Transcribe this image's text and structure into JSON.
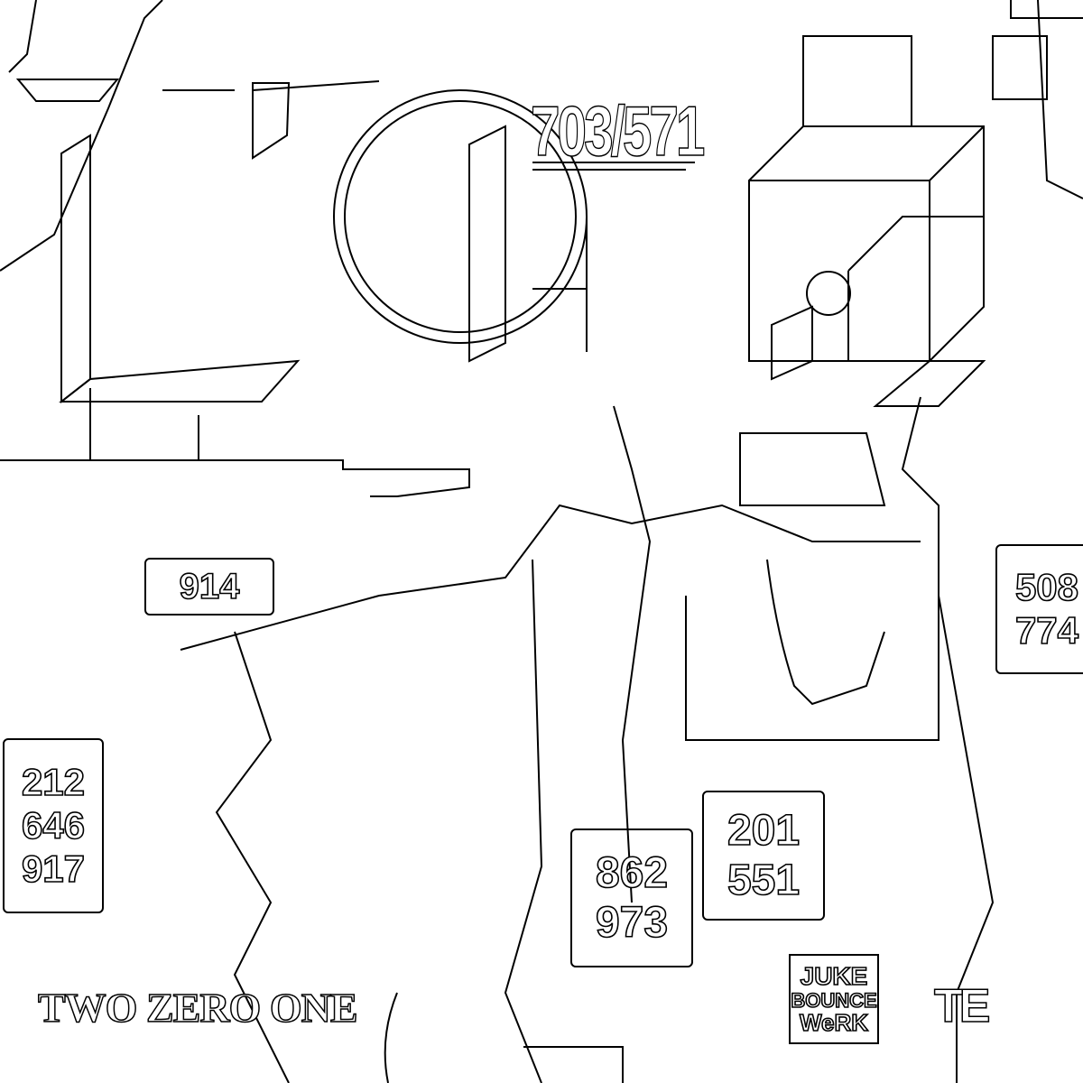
{
  "title_logo": "LCB",
  "top_number": "703/571",
  "signs": {
    "s914": [
      "914"
    ],
    "s508": [
      "508",
      "774"
    ],
    "s212": [
      "212",
      "646",
      "917"
    ],
    "s862": [
      "862",
      "973"
    ],
    "s201": [
      "201",
      "551"
    ]
  },
  "album_title": "TWO ZERO ONE",
  "label_logo": {
    "line1": "JUKE",
    "line2": "BOUNCE",
    "line3": "WeRK"
  },
  "corner_logo": "TE"
}
